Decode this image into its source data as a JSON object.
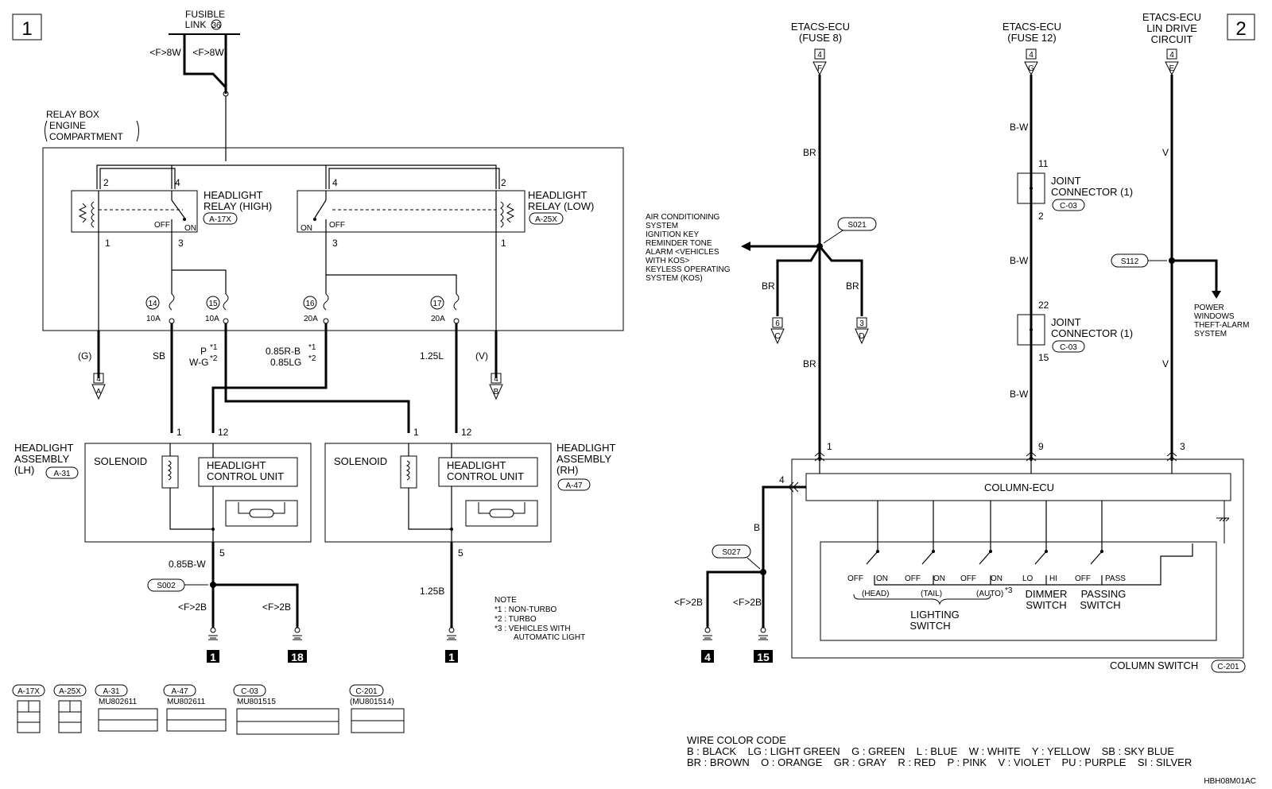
{
  "pages": {
    "left": "1",
    "right": "2"
  },
  "fusible_link": {
    "line1": "FUSIBLE",
    "line2": "LINK",
    "num": "36",
    "w1": "<F>8W",
    "w2": "<F>8W"
  },
  "relay_box": {
    "l1": "RELAY BOX",
    "l2": "ENGINE",
    "l3": "COMPARTMENT"
  },
  "relay_high": {
    "l1": "HEADLIGHT",
    "l2": "RELAY (HIGH)",
    "code": "A-17X",
    "off": "OFF",
    "on": "ON",
    "p2": "2",
    "p4": "4",
    "p1": "1",
    "p3": "3"
  },
  "relay_low": {
    "l1": "HEADLIGHT",
    "l2": "RELAY (LOW)",
    "code": "A-25X",
    "off": "OFF",
    "on": "ON",
    "p4": "4",
    "p2": "2",
    "p3": "3",
    "p1": "1"
  },
  "fuses": [
    {
      "num": "14",
      "amp": "10A"
    },
    {
      "num": "15",
      "amp": "10A"
    },
    {
      "num": "16",
      "amp": "20A"
    },
    {
      "num": "17",
      "amp": "20A"
    }
  ],
  "left_wires": {
    "g": "(G)",
    "sb": "SB",
    "p": "P",
    "wg": "W-G",
    "r1": "0.85R-B",
    "r2": "0.85LG",
    "l125": "1.25L",
    "v": "(V)",
    "conn4a": "4",
    "conn_a": "A",
    "conn4b": "4",
    "conn_b": "B",
    "b085": "0.85B-W",
    "b125": "1.25B",
    "f2b1": "<F>2B",
    "f2b2": "<F>2B",
    "s002": "S002",
    "g1": "1",
    "g18": "18",
    "g1b": "1",
    "p5a": "5",
    "p5b": "5",
    "p1a": "1",
    "p12a": "12",
    "p1b": "1",
    "p12b": "12",
    "star1": "*1",
    "star2": "*2"
  },
  "hl_lh": {
    "l1": "HEADLIGHT",
    "l2": "ASSEMBLY",
    "l3": "(LH)",
    "code": "A-31",
    "sol": "SOLENOID",
    "cu1": "HEADLIGHT",
    "cu2": "CONTROL UNIT"
  },
  "hl_rh": {
    "l1": "HEADLIGHT",
    "l2": "ASSEMBLY",
    "l3": "(RH)",
    "code": "A-47",
    "sol": "SOLENOID",
    "cu1": "HEADLIGHT",
    "cu2": "CONTROL UNIT"
  },
  "note": {
    "title": "NOTE",
    "n1": "*1 : NON-TURBO",
    "n2": "*2 : TURBO",
    "n3": "*3 : VEHICLES WITH",
    "n3b": "AUTOMATIC LIGHT"
  },
  "connectors": [
    {
      "code": "A-17X",
      "part": ""
    },
    {
      "code": "A-25X",
      "part": ""
    },
    {
      "code": "A-31",
      "part": "MU802611"
    },
    {
      "code": "A-47",
      "part": "MU802611"
    },
    {
      "code": "C-03",
      "part": "MU801515"
    },
    {
      "code": "C-201",
      "part": "(MU801514)"
    }
  ],
  "etacs": [
    {
      "l1": "ETACS-ECU",
      "l2": "(FUSE 8)",
      "l3": "",
      "pin": "4",
      "letter": "F"
    },
    {
      "l1": "ETACS-ECU",
      "l2": "(FUSE 12)",
      "l3": "",
      "pin": "4",
      "letter": "G"
    },
    {
      "l1": "ETACS-ECU",
      "l2": "LIN DRIVE",
      "l3": "CIRCUIT",
      "pin": "4",
      "letter": "E"
    }
  ],
  "right_wires": {
    "br1": "BR",
    "br2": "BR",
    "br3": "BR",
    "br4": "BR",
    "bw1": "B-W",
    "bw2": "B-W",
    "bw3": "B-W",
    "v1": "V",
    "v2": "V",
    "b": "B",
    "f2b1": "<F>2B",
    "f2b2": "<F>2B",
    "s021": "S021",
    "s112": "S112",
    "s027": "S027",
    "c6": "6",
    "cC": "C",
    "c3": "3",
    "cD": "D",
    "j11": "11",
    "j2": "2",
    "j22": "22",
    "j15": "15",
    "p1": "1",
    "p9": "9",
    "p3": "3",
    "p4": "4",
    "g4": "4",
    "g15": "15"
  },
  "ac_note": {
    "l1": "AIR CONDITIONING",
    "l2": "SYSTEM",
    "l3": "IGNITION KEY",
    "l4": "REMINDER TONE",
    "l5": "ALARM <VEHICLES",
    "l6": "WITH KOS>",
    "l7": "KEYLESS OPERATING",
    "l8": "SYSTEM (KOS)"
  },
  "pw_note": {
    "l1": "POWER",
    "l2": "WINDOWS",
    "l3": "THEFT-ALARM",
    "l4": "SYSTEM"
  },
  "joint1": {
    "l1": "JOINT",
    "l2": "CONNECTOR (1)",
    "code": "C-03"
  },
  "joint2": {
    "l1": "JOINT",
    "l2": "CONNECTOR (1)",
    "code": "C-03"
  },
  "column": {
    "ecu": "COLUMN-ECU",
    "switch": "COLUMN SWITCH",
    "code": "C-201",
    "sw": [
      {
        "a": "OFF",
        "b": "ON",
        "sub": "(HEAD)"
      },
      {
        "a": "OFF",
        "b": "ON",
        "sub": "(TAIL)"
      },
      {
        "a": "OFF",
        "b": "ON",
        "sub": "(AUTO)"
      },
      {
        "a": "LO",
        "b": "HI",
        "sub": ""
      },
      {
        "a": "OFF",
        "b": "PASS",
        "sub": ""
      }
    ],
    "star3": "*3",
    "lighting1": "LIGHTING",
    "lighting2": "SWITCH",
    "dimmer1": "DIMMER",
    "dimmer2": "SWITCH",
    "passing1": "PASSING",
    "passing2": "SWITCH"
  },
  "color_code": {
    "title": "WIRE COLOR CODE",
    "row1": "B : BLACK    LG : LIGHT GREEN    G : GREEN    L : BLUE    W : WHITE    Y : YELLOW    SB : SKY BLUE",
    "row2": "BR : BROWN    O : ORANGE    GR : GRAY    R : RED    P : PINK    V : VIOLET    PU : PURPLE    SI : SILVER"
  },
  "fig_id": "HBH08M01AC"
}
